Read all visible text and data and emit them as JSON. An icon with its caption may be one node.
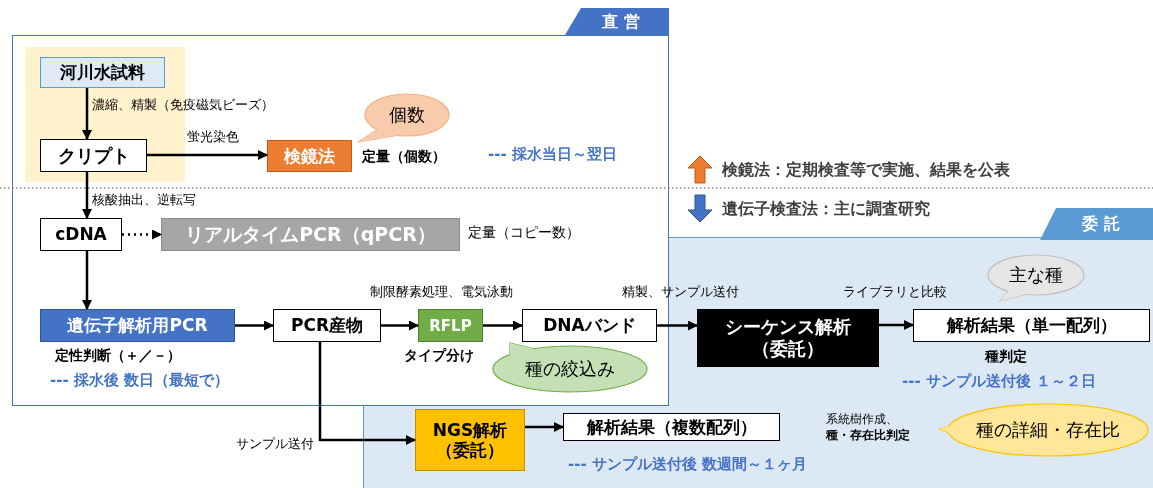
{
  "diagram": {
    "nodes": [
      {
        "text": [
          "直営"
        ]
      },
      {
        "text": [
          "委託"
        ]
      },
      {
        "text": [
          "河川水試料"
        ],
        "in": 0
      },
      {
        "text": [
          "クリプト"
        ],
        "in": 0
      },
      {
        "text": [
          "検鏡法"
        ],
        "in": 0,
        "beside": [
          "定量（個数）",
          "--- 採水当日～翌日"
        ]
      },
      {
        "text": [
          "個数"
        ],
        "in": 0
      },
      {
        "text": [
          "cDNA"
        ],
        "in": 0
      },
      {
        "text": [
          "リアルタイムPCR（qPCR）"
        ],
        "in": 0,
        "beside": [
          "定量（コピー数）"
        ]
      },
      {
        "text": [
          "遺伝子解析用PCR"
        ],
        "in": 0,
        "beside": [
          "定性判断（＋／－）",
          "--- 採水後 数日（最短で）"
        ]
      },
      {
        "text": [
          "PCR産物"
        ],
        "in": 0
      },
      {
        "text": [
          "RFLP"
        ],
        "beside": [
          "タイプ分け"
        ]
      },
      {
        "text": [
          "種の絞込み"
        ]
      },
      {
        "text": [
          "DNAバンド"
        ]
      },
      {
        "text": [
          "シーケンス解析（委託）"
        ],
        "in": 1
      },
      {
        "text": [
          "解析結果（単一配列）"
        ],
        "in": 1,
        "beside": [
          "種判定",
          "--- サンプル送付後 １～２日"
        ]
      },
      {
        "text": [
          "主な種"
        ],
        "in": 1
      },
      {
        "text": [
          "NGS解析（委託）"
        ],
        "in": 1
      },
      {
        "text": [
          "解析結果（複数配列）"
        ],
        "in": 1,
        "beside": [
          "--- サンプル送付後 数週間～１ヶ月"
        ]
      },
      {
        "text": [
          "種の詳細・存在比"
        ],
        "in": 1
      }
    ],
    "edges": [
      {
        "from": 2,
        "to": 3,
        "arrow": "to",
        "label": "濃縮、精製（免疫磁気ビーズ）"
      },
      {
        "from": 3,
        "to": 4,
        "arrow": "to",
        "label": "蛍光染色"
      },
      {
        "from": 3,
        "to": 6,
        "arrow": "to",
        "label": "核酸抽出、逆転写"
      },
      {
        "from": 6,
        "to": 7,
        "arrow": "to",
        "style": "dashed"
      },
      {
        "from": 6,
        "to": 8,
        "arrow": "to"
      },
      {
        "from": 8,
        "to": 9,
        "arrow": "to"
      },
      {
        "from": 9,
        "to": 10,
        "arrow": "to",
        "label": "制限酵素処理、電気泳動"
      },
      {
        "from": 10,
        "to": 12,
        "arrow": "to"
      },
      {
        "from": 12,
        "to": 13,
        "arrow": "to",
        "label": "精製、サンプル送付"
      },
      {
        "from": 13,
        "to": 14,
        "arrow": "to",
        "label": "ライブラリと比較"
      },
      {
        "from": 9,
        "to": 16,
        "arrow": "to",
        "label": "サンプル送付"
      },
      {
        "from": 16,
        "to": 17,
        "arrow": "to"
      }
    ],
    "labels": [
      "系統樹作成、",
      "種・存在比判定"
    ],
    "legend": [
      {
        "text": "検鏡法：定期検査等で実施、結果を公表"
      },
      {
        "text": "遺伝子検査法：主に調査研究"
      }
    ]
  }
}
